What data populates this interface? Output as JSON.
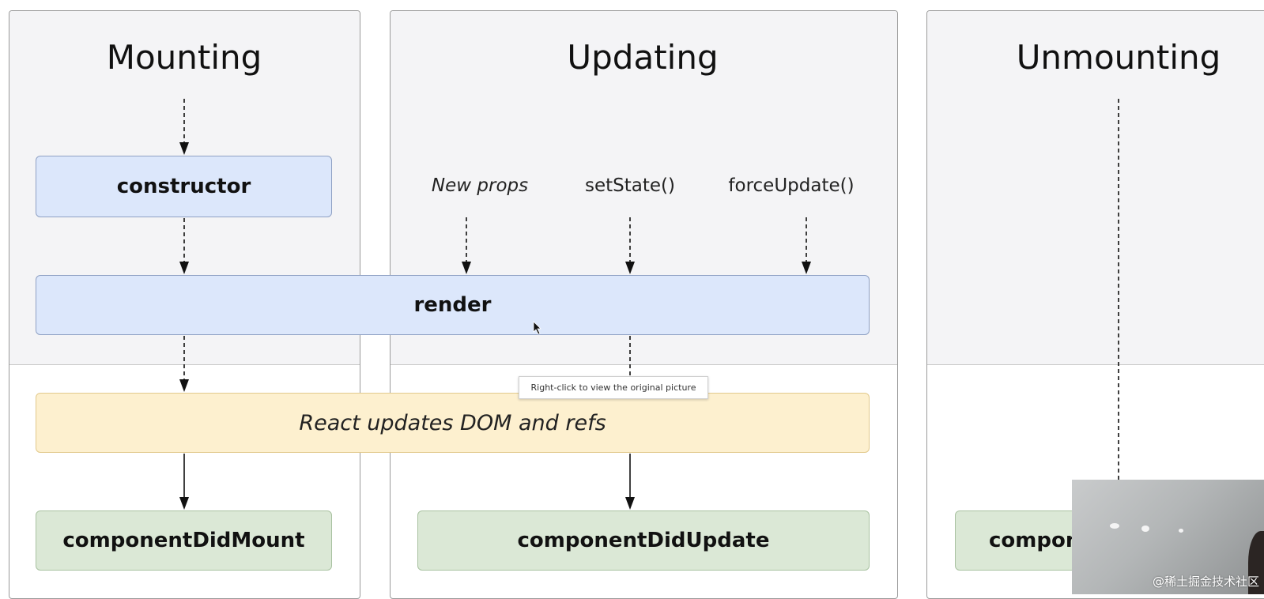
{
  "phases": {
    "mounting": "Mounting",
    "updating": "Updating",
    "unmounting": "Unmounting"
  },
  "triggers": {
    "new_props": "New props",
    "set_state": "setState()",
    "force_update": "forceUpdate()"
  },
  "methods": {
    "constructor": "constructor",
    "render": "render",
    "react_updates": "React updates DOM and refs",
    "did_mount": "componentDidMount",
    "did_update": "componentDidUpdate",
    "will_unmount_partial": "compon"
  },
  "tooltip": "Right-click to view the original picture",
  "watermark": "@稀土掘金技术社区",
  "colors": {
    "blue_fill": "#dce7fb",
    "yellow_fill": "#fdf0cf",
    "green_fill": "#dbe8d6",
    "panel_bg": "#f4f4f6"
  }
}
